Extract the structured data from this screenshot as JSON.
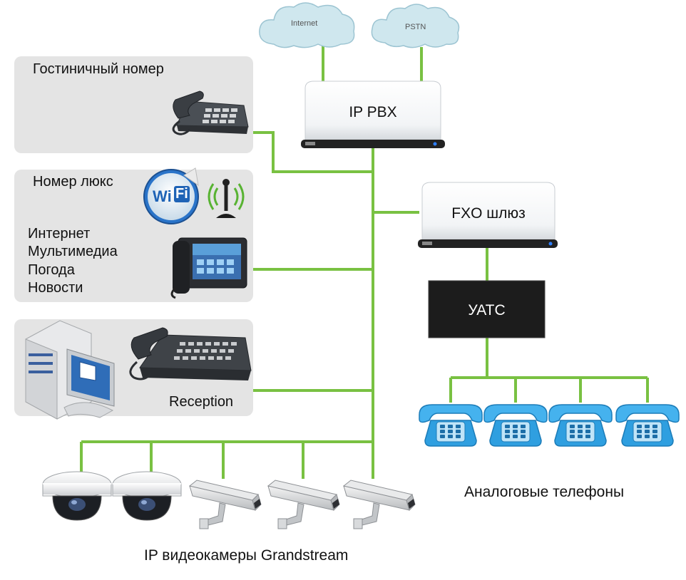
{
  "clouds": {
    "internet": "Internet",
    "pstn": "PSTN"
  },
  "devices": {
    "ippbx": "IP PBX",
    "fxo": "FXO шлюз",
    "uatc": "УАТС"
  },
  "panels": {
    "hotel_room": {
      "title": "Гостиничный номер"
    },
    "suite": {
      "title": "Номер люкс",
      "features": [
        "Интернет",
        "Мультимедиа",
        "Погода",
        "Новости"
      ]
    },
    "reception": {
      "title": "Reception"
    }
  },
  "captions": {
    "analog_phones": "Аналоговые телефоны",
    "ip_cameras": "IP видеокамеры Grandstream"
  },
  "wifi_badge": {
    "wi": "Wi",
    "fi": "Fi"
  },
  "colors": {
    "link": "#79c142",
    "cloud": "#cfe7ee",
    "panel": "#e4e4e4",
    "uatc": "#1c1c1c",
    "analog_phone": "#3ea9e4"
  }
}
